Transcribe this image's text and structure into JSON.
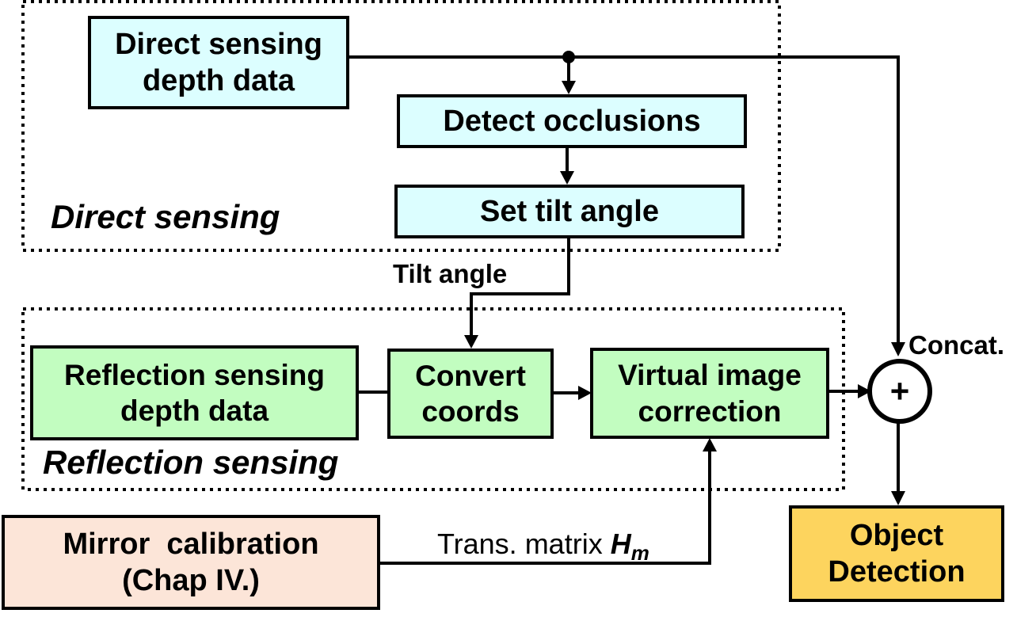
{
  "groups": {
    "direct": "Direct sensing",
    "reflection": "Reflection sensing"
  },
  "nodes": {
    "direct_depth": [
      "Direct sensing",
      "depth data"
    ],
    "detect_occlusions": "Detect occlusions",
    "set_tilt": "Set tilt angle",
    "reflection_depth": [
      "Reflection sensing",
      "depth data"
    ],
    "convert_coords": [
      "Convert",
      "coords"
    ],
    "virtual_correction": [
      "Virtual image",
      "correction"
    ],
    "mirror_calibration": [
      "Mirror  calibration",
      "(Chap IV.)"
    ],
    "object_detection": [
      "Object",
      "Detection"
    ],
    "concat_symbol": "+"
  },
  "edges": {
    "tilt_angle": "Tilt angle",
    "concat": "Concat.",
    "trans_matrix": "Trans. matrix ",
    "trans_matrix_symbol": "H",
    "trans_matrix_subscript": "m"
  }
}
